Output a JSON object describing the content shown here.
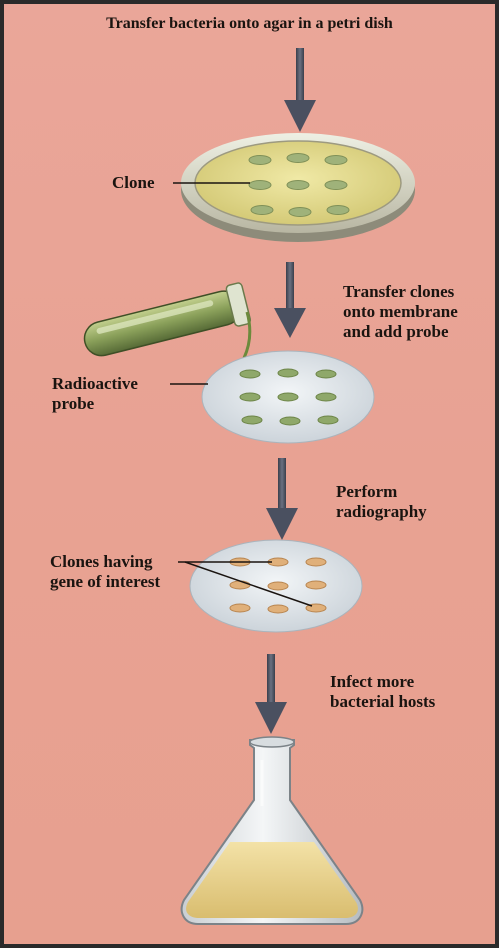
{
  "steps": {
    "step1": "Transfer bacteria onto agar in a petri dish",
    "step2": [
      "Transfer clones",
      "onto membrane",
      "and add probe"
    ],
    "step3": [
      "Perform",
      "radiography"
    ],
    "step4": [
      "Infect more",
      "bacterial hosts"
    ]
  },
  "labels": {
    "clone": "Clone",
    "probe": [
      "Radioactive",
      "probe"
    ],
    "clones_gene": [
      "Clones having",
      "gene of interest"
    ]
  },
  "colors": {
    "background": "#e8a395",
    "arrow": "#4a5060",
    "membrane": "#dde3e8",
    "agar": "#e0d98a",
    "green_colony": "#8fa86a",
    "orange_colony": "#e0b07a",
    "tube": "#8aa05a",
    "flask_liquid": "#e8cf8a",
    "frame": "#2a2a2a"
  }
}
